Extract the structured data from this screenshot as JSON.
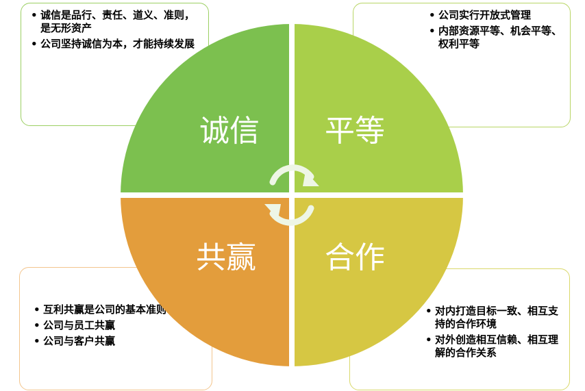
{
  "quadrants": {
    "top_left": {
      "title": "诚信",
      "color": "#7cc04f",
      "bullets": [
        "诚信是品行、责任、道义、准则，是无形资产",
        "公司坚持诚信为本，才能持续发展"
      ]
    },
    "top_right": {
      "title": "平等",
      "color": "#a9cf4a",
      "bullets": [
        "公司实行开放式管理",
        "内部资源平等、机会平等、权利平等"
      ]
    },
    "bottom_left": {
      "title": "共赢",
      "color": "#e39d3c",
      "bullets": [
        "互利共赢是公司的基本准则",
        "公司与员工共赢",
        "公司与客户共赢"
      ]
    },
    "bottom_right": {
      "title": "合作",
      "color": "#d6c743",
      "bullets": [
        "对内打造目标一致、相互支持的合作环境",
        "对外创造相互信赖、相互理解的合作关系"
      ]
    }
  },
  "center_icon": "circular-arrows-icon"
}
